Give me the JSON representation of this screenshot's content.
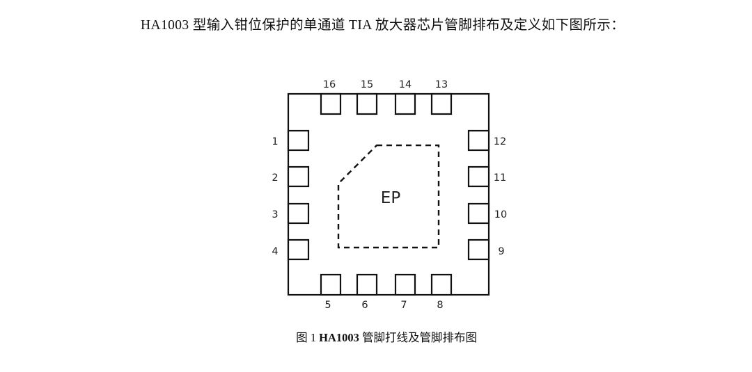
{
  "paragraph": {
    "text": "HA1003 型输入钳位保护的单通道 TIA 放大器芯片管脚排布及定义如下图所示："
  },
  "figure": {
    "ep_label": "EP",
    "pins": {
      "top": [
        "16",
        "15",
        "14",
        "13"
      ],
      "left": [
        "1",
        "2",
        "3",
        "4"
      ],
      "right": [
        "12",
        "11",
        "10",
        "9"
      ],
      "bottom": [
        "5",
        "6",
        "7",
        "8"
      ]
    },
    "caption": {
      "prefix": "图 1 ",
      "bold": "HA1003",
      "suffix": " 管脚打线及管脚排布图"
    }
  }
}
